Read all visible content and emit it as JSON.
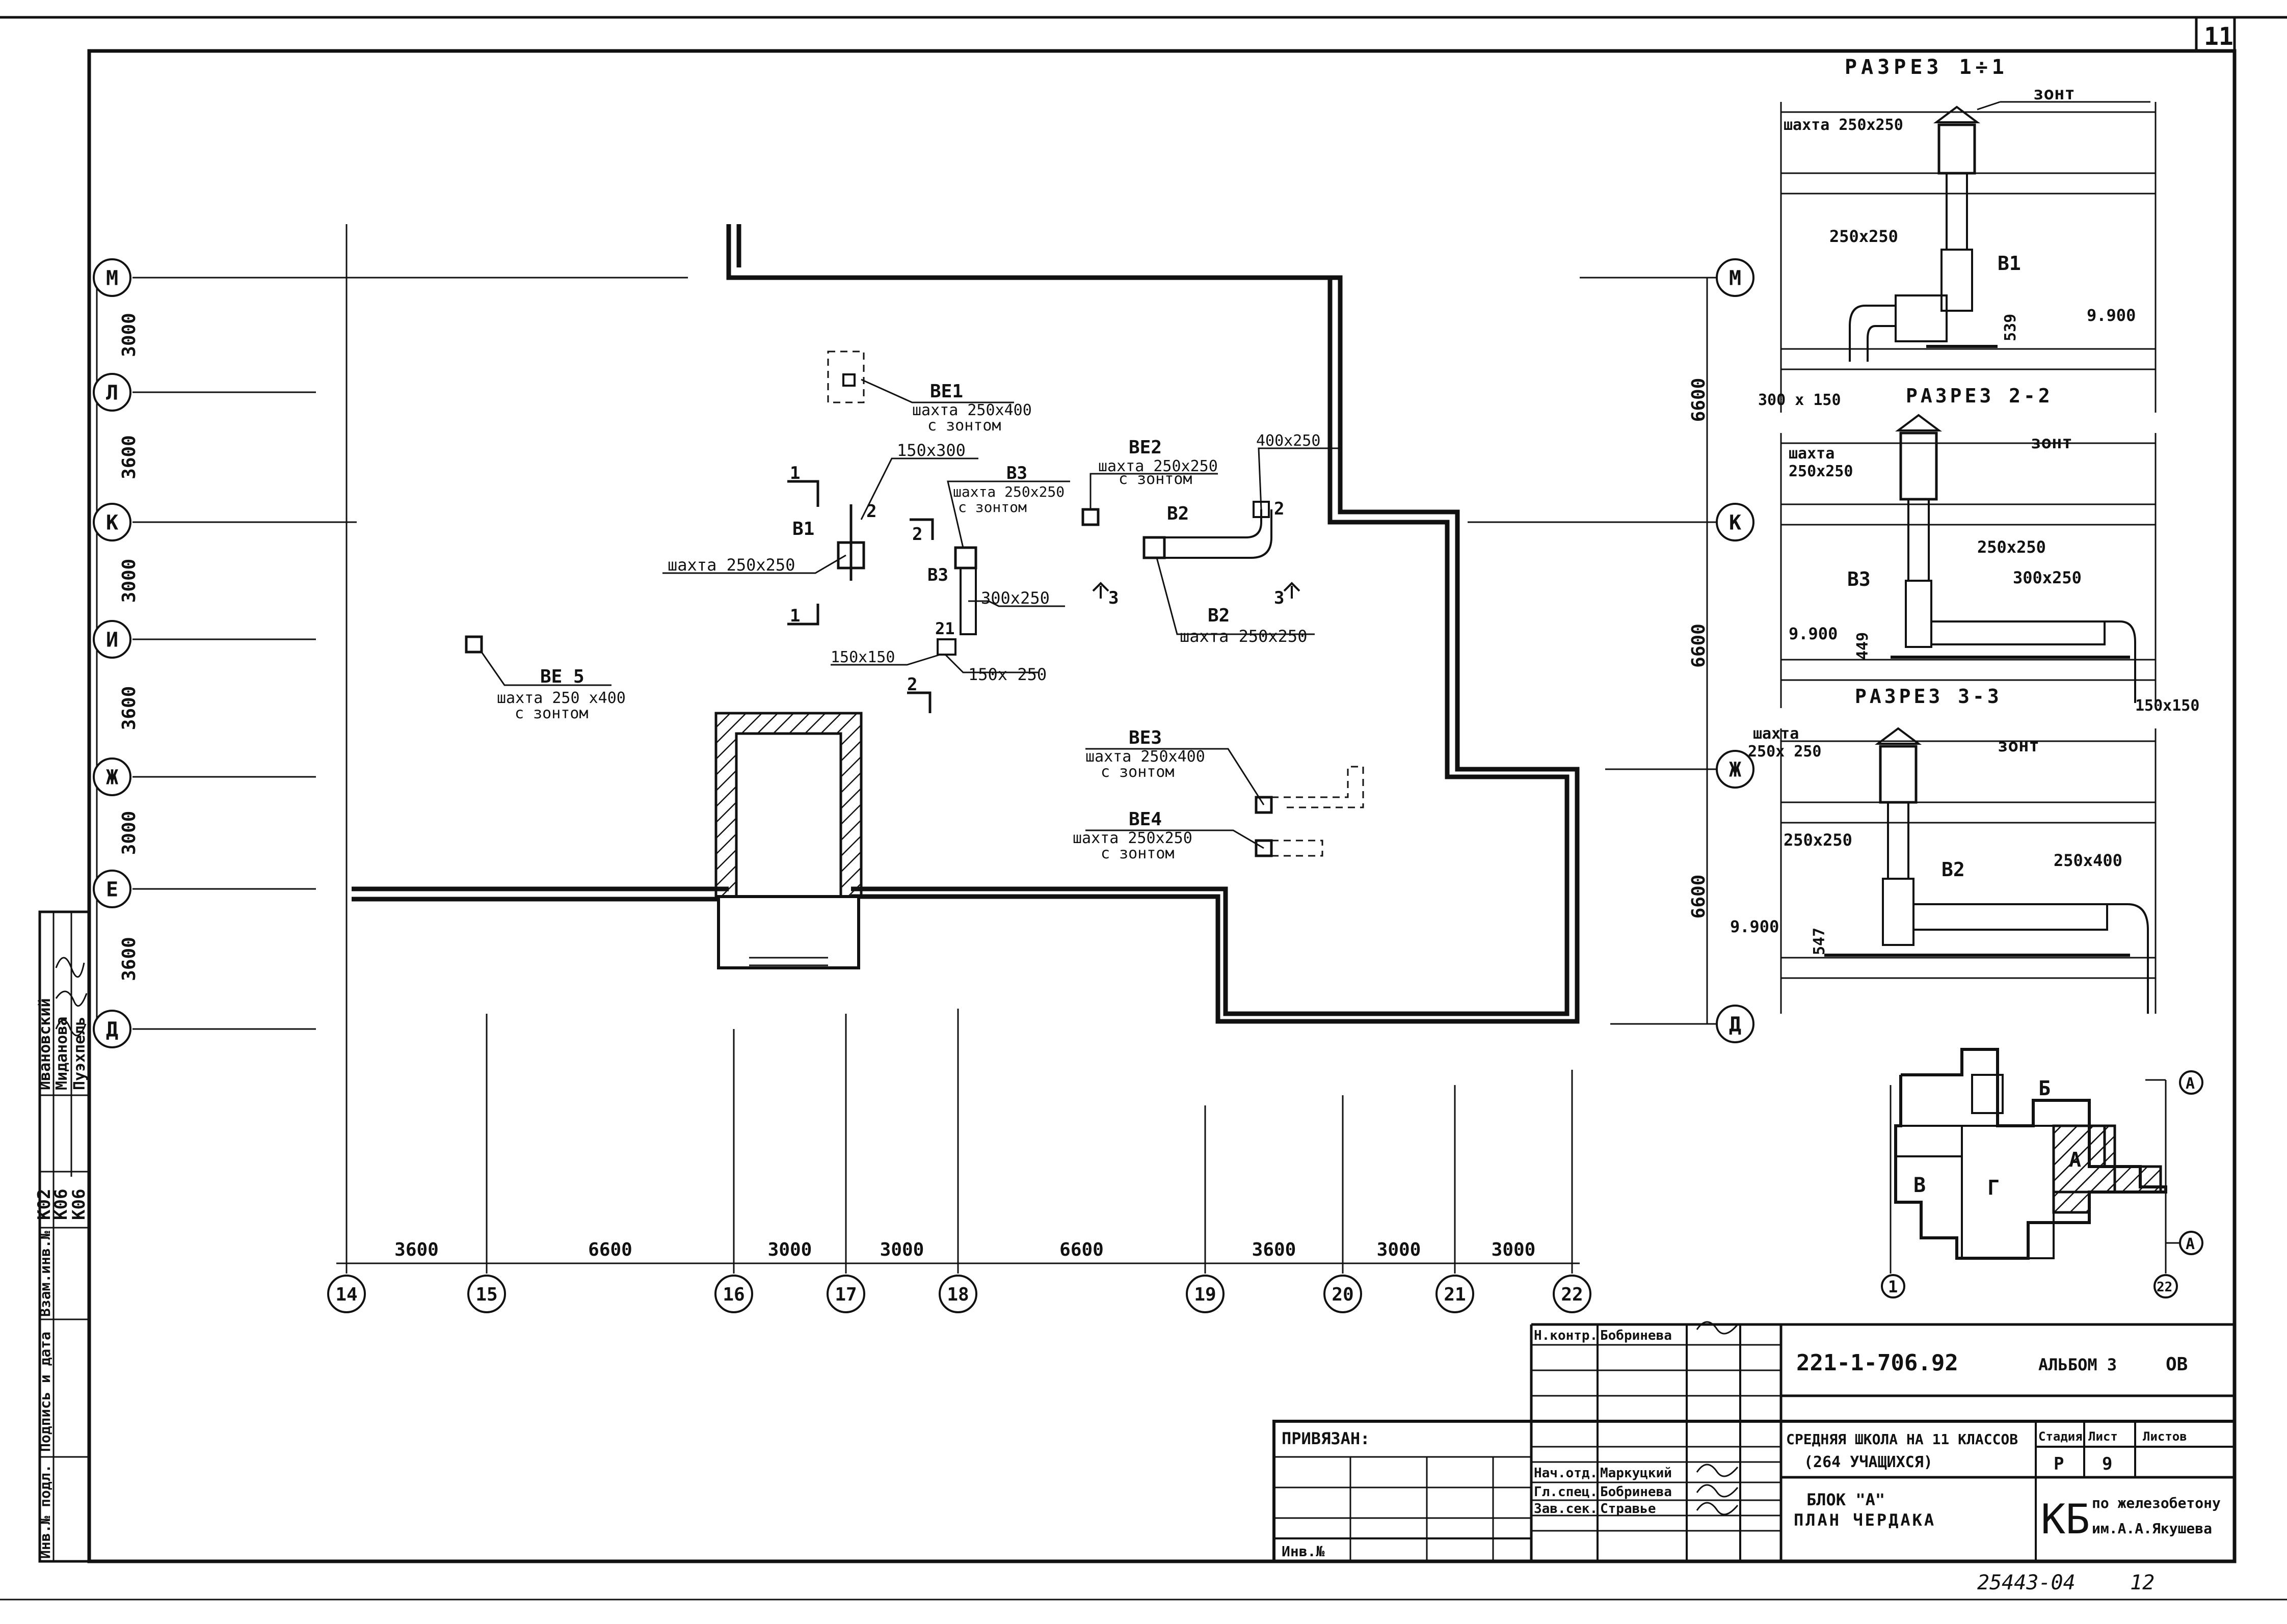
{
  "sheet_number": "11",
  "axes_rows": [
    "М",
    "Л",
    "К",
    "И",
    "Ж",
    "Е",
    "Д"
  ],
  "axes_rows_right": [
    "М",
    "К",
    "Ж",
    "Д"
  ],
  "axes_cols": [
    "14",
    "15",
    "16",
    "17",
    "18",
    "19",
    "20",
    "21",
    "22"
  ],
  "dims_left": [
    "3000",
    "3600",
    "3000",
    "3600",
    "3000",
    "3600"
  ],
  "dims_right": [
    "6600",
    "6600",
    "6600"
  ],
  "dims_bottom": [
    "3600",
    "6600",
    "3000",
    "3000",
    "6600",
    "3600",
    "3000",
    "3000"
  ],
  "plan_labels": {
    "be1": "ВЕ1",
    "be1_note1": "шахта 250х400",
    "be1_note2": "с зонтом",
    "be2": "ВЕ2",
    "be2_note1": "шахта 250х250",
    "be2_note2": "с зонтом",
    "be3": "ВЕ3",
    "be3_note1": "шахта 250х400",
    "be3_note2": "с зонтом",
    "be4": "ВЕ4",
    "be4_note1": "шахта 250х250",
    "be4_note2": "с зонтом",
    "be5": "ВЕ 5",
    "be5_note1": "шахта 250 х400",
    "be5_note2": "с зонтом",
    "b1": "В1",
    "b1_shaft": "шахта 250х250",
    "d150x300": "150х300",
    "b3": "В3",
    "b3_shaft1": "шахта 250х250",
    "b3_shaft2": "с зонтом",
    "d300x250": "300х250",
    "d150x150": "150х150",
    "d150x250": "150х 250",
    "b2": "В2",
    "b2_shaft": "шахта 250х250",
    "d400x250": "400х250",
    "n21": "21",
    "n2a": "2",
    "n2b": "2",
    "n2c": "2",
    "n2d": "2",
    "n1a": "1",
    "n1b": "1",
    "n3a": "3",
    "n3b": "3"
  },
  "section11": {
    "title": "РАЗРЕЗ 1÷1",
    "umbrella": "зонт",
    "shaft": "шахта 250х250",
    "duct": "250х250",
    "fan": "В1",
    "h": "539",
    "level": "9.900",
    "duct2": "300 х 150"
  },
  "section22": {
    "title": "РАЗРЕЗ 2-2",
    "umbrella": "зонт",
    "shaft1": "шахта",
    "shaft2": "250х250",
    "duct": "250х250",
    "fan": "В3",
    "duct2": "300х250",
    "level": "9.900",
    "h": "449",
    "duct3": "150х150"
  },
  "section33": {
    "title": "РАЗРЕЗ 3-3",
    "umbrella": "зонт",
    "shaft1": "шахта",
    "shaft2": "250х 250",
    "duct": "250х250",
    "fan": "В2",
    "duct2": "250х400",
    "level": "9.900",
    "h": "547"
  },
  "key_plan": {
    "a": "А",
    "b": "Б",
    "v": "В",
    "g": "Г",
    "axis1": "1",
    "axis22": "22",
    "axisA": "А"
  },
  "left_stamp": {
    "n1": "Ивановский",
    "n2": "Миданова",
    "n3": "Пуэхпель",
    "k1": "К02",
    "k2": "К06",
    "k3": "К06",
    "c1": "Взам.инв.№",
    "c2": "Подпись и дата",
    "c3": "Инв.№ подл."
  },
  "title_block": {
    "code": "221-1-706.92",
    "album": "АЛЬБОМ 3",
    "section": "ОВ",
    "privyazan": "ПРИВЯЗАН:",
    "inv": "Инв.№",
    "role1": "Н.контр.",
    "name1": "Бобринева",
    "role2": "Нач.отд.",
    "name2": "Маркуцкий",
    "role3": "Гл.спец.",
    "name3": "Бобринева",
    "role4": "Зав.сек.",
    "name4": "Стравье",
    "project1": "СРЕДНЯЯ ШКОЛА НА 11 КЛАССОВ",
    "project2": "(264 УЧАЩИХСЯ)",
    "stage_h": "Стадия",
    "sheet_h": "Лист",
    "sheets_h": "Листов",
    "stage": "Р",
    "sheet": "9",
    "block": "БЛОК \"А\"",
    "plan": "ПЛАН ЧЕРДАКА",
    "org_logo": "КБ",
    "org1": "по железобетону",
    "org2": "им.А.А.Якушева"
  },
  "bottom_note": "25443-04",
  "bottom_page": "12"
}
